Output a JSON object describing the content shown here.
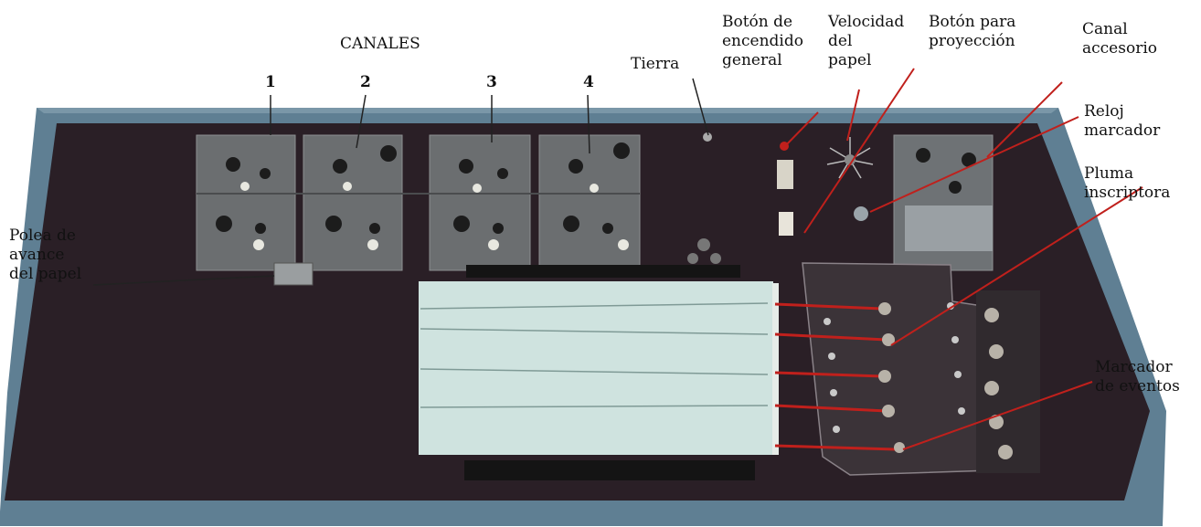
{
  "labels": {
    "canales": "CANALES",
    "ch1": "1",
    "ch2": "2",
    "ch3": "3",
    "ch4": "4",
    "tierra": "Tierra",
    "boton_encendido": "Botón de\nencendido\ngeneral",
    "velocidad": "Velocidad\ndel\npapel",
    "boton_proyeccion": "Botón para\nproyección",
    "canal_accesorio": "Canal\naccesorio",
    "reloj": "Reloj\nmarcador",
    "pluma": "Pluma\ninscriptora",
    "marcador": "Marcador\nde eventos",
    "polea": "Polea de\navance\ndel papel"
  },
  "colors": {
    "frame": "#5f7f93",
    "panel": "#2a1f26",
    "paper": "#cfe3df",
    "module": "#6b6e70",
    "pointer_red": "#c0201c"
  }
}
